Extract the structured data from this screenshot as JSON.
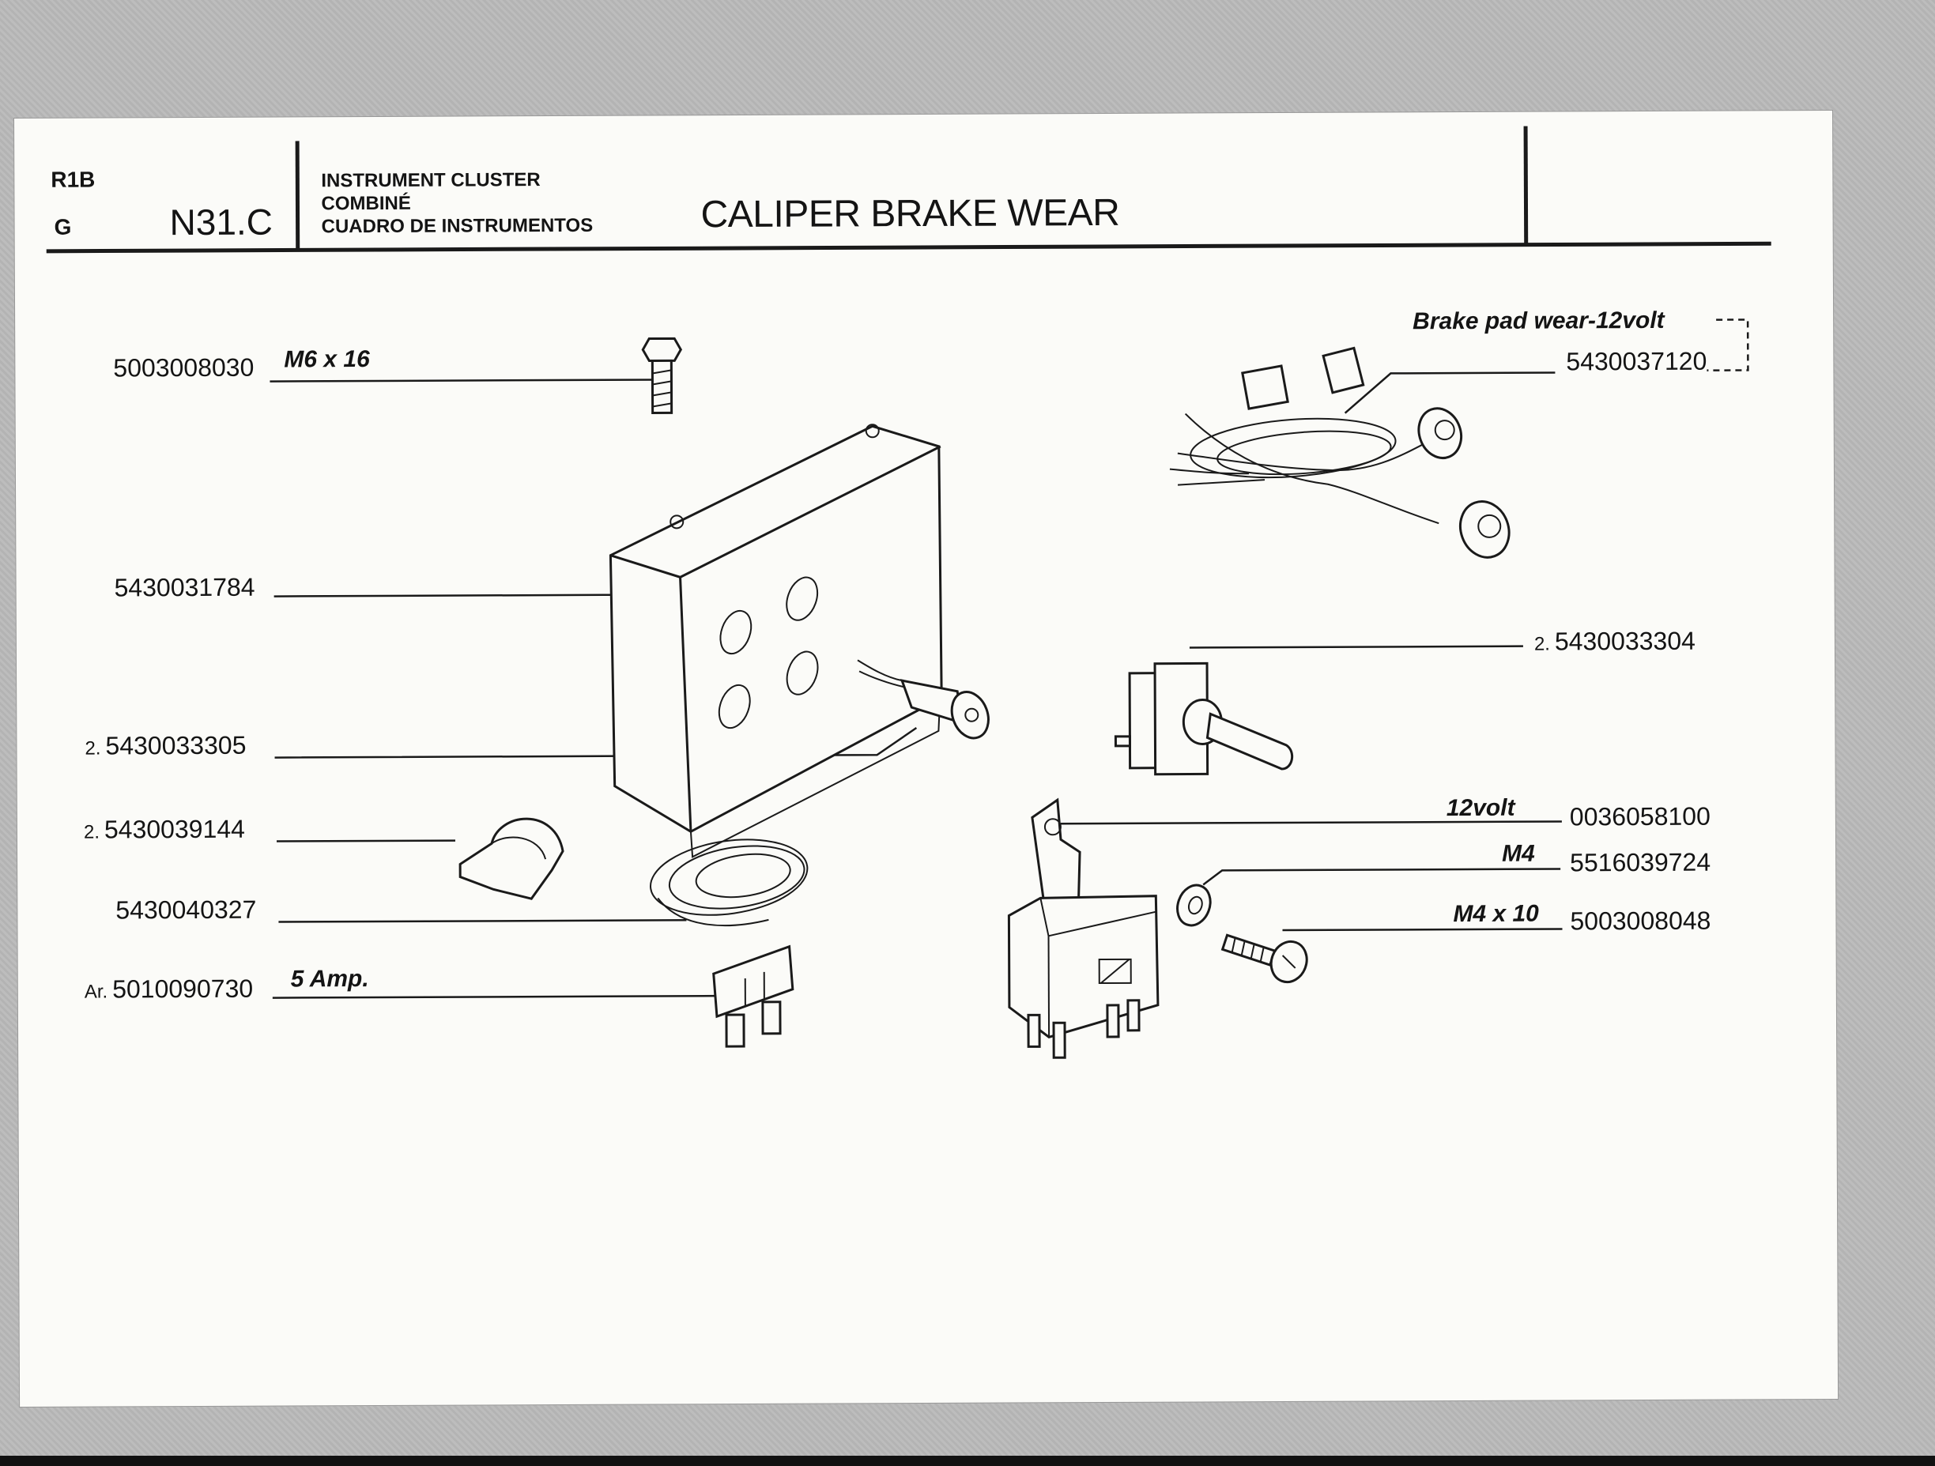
{
  "header": {
    "model_top": "R1B",
    "model_bottom": "G",
    "group_code": "N31.C",
    "desc_en": "INSTRUMENT CLUSTER",
    "desc_fr": "COMBINÉ",
    "desc_es": "CUADRO DE INSTRUMENTOS",
    "title": "CALIPER BRAKE WEAR"
  },
  "parts": [
    {
      "qty": "",
      "number": "5003008030",
      "spec": "M6 x 16",
      "icon": "bolt"
    },
    {
      "qty": "",
      "number": "5430031784",
      "spec": "",
      "icon": "bracket-box"
    },
    {
      "qty": "2.",
      "number": "5430033305",
      "spec": "",
      "icon": "warning-lamp"
    },
    {
      "qty": "2.",
      "number": "5430039144",
      "spec": "",
      "icon": "cable-clip"
    },
    {
      "qty": "",
      "number": "5430040327",
      "spec": "",
      "icon": "wire-coil"
    },
    {
      "qty": "Ar.",
      "number": "5010090730",
      "spec": "5 Amp.",
      "icon": "blade-fuse"
    },
    {
      "qty": "",
      "number": "5430037120",
      "spec": "Brake pad wear-12volt",
      "icon": "wiring-harness"
    },
    {
      "qty": "2.",
      "number": "5430033304",
      "spec": "",
      "icon": "toggle-switch"
    },
    {
      "qty": "",
      "number": "0036058100",
      "spec": "12volt",
      "icon": "relay"
    },
    {
      "qty": "",
      "number": "5516039724",
      "spec": "M4",
      "icon": "washer"
    },
    {
      "qty": "",
      "number": "5003008048",
      "spec": "M4 x 10",
      "icon": "screw"
    }
  ]
}
